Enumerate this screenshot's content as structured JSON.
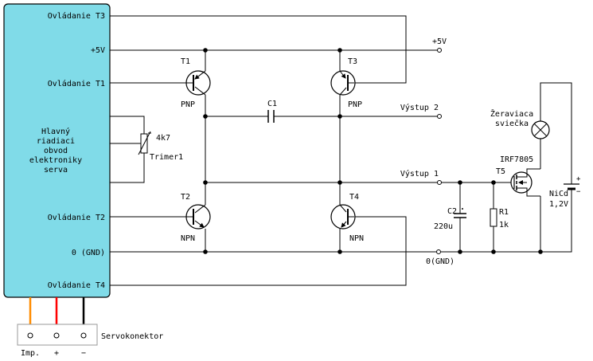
{
  "controller": {
    "title_lines": [
      "Hlavný",
      "riadiaci",
      "obvod",
      "elektroniky",
      "serva"
    ],
    "pins": {
      "t3": "Ovládanie T3",
      "v5": "+5V",
      "t1": "Ovládanie T1",
      "t2": "Ovládanie T2",
      "gnd": "0 (GND)",
      "t4": "Ovládanie T4"
    },
    "fill_color": "#80dbe8"
  },
  "trimmer": {
    "value": "4k7",
    "name": "Trimer1"
  },
  "transistors": {
    "t1": {
      "name": "T1",
      "type": "PNP"
    },
    "t2": {
      "name": "T2",
      "type": "NPN"
    },
    "t3": {
      "name": "T3",
      "type": "PNP"
    },
    "t4": {
      "name": "T4",
      "type": "NPN"
    },
    "t5": {
      "name": "T5",
      "part": "IRF7805"
    }
  },
  "capacitor_c1": {
    "name": "C1"
  },
  "capacitor_c2": {
    "name": "C2",
    "value": "220u"
  },
  "resistor_r1": {
    "name": "R1",
    "value": "1k"
  },
  "outputs": {
    "v5": "+5V",
    "out2": "Výstup 2",
    "out1": "Výstup 1",
    "gnd": "0(GND)"
  },
  "glow_plug": {
    "line1": "Žeraviaca",
    "line2": "sviečka"
  },
  "battery": {
    "name": "NiCd",
    "voltage": "1,2V",
    "plus": "+",
    "minus": "−"
  },
  "connector": {
    "name": "Servokonektor",
    "pins": [
      "Imp.",
      "+",
      "−"
    ],
    "wire_colors": [
      "#ff8c00",
      "#ff0000",
      "#000000"
    ]
  }
}
